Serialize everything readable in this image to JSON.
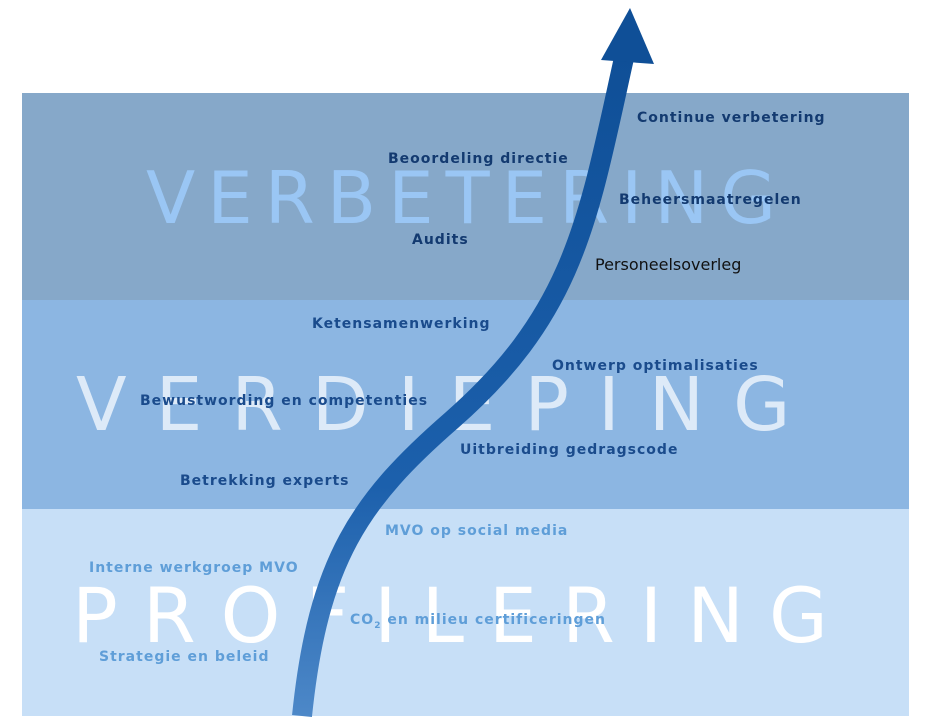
{
  "bands": [
    {
      "word": "VERBETERING",
      "color": "#86a8c9"
    },
    {
      "word": "VERDIEPING",
      "color": "#8cb6e2"
    },
    {
      "word": "PROFILERING",
      "color": "#c7dff7"
    }
  ],
  "labels": {
    "continue_verbetering": "Continue verbetering",
    "beoordeling_directie": "Beoordeling directie",
    "beheersmaatregelen": "Beheersmaatregelen",
    "audits": "Audits",
    "personeelsoverleg": "Personeelsoverleg",
    "ketensamenwerking": "Ketensamenwerking",
    "ontwerp_optimalisaties": "Ontwerp optimalisaties",
    "bewustwording": "Bewustwording en competenties",
    "uitbreiding": "Uitbreiding gedragscode",
    "betrekking_experts": "Betrekking experts",
    "mvo_social": "MVO op social media",
    "interne_werkgroep": "Interne werkgroep MVO",
    "co2_prefix": "CO",
    "co2_sub": "2",
    "co2_rest": " en milieu certificeringen",
    "strategie": "Strategie en beleid"
  },
  "arrow": {
    "color": "#1a5ea8",
    "tail_color": "#4d88c8"
  }
}
